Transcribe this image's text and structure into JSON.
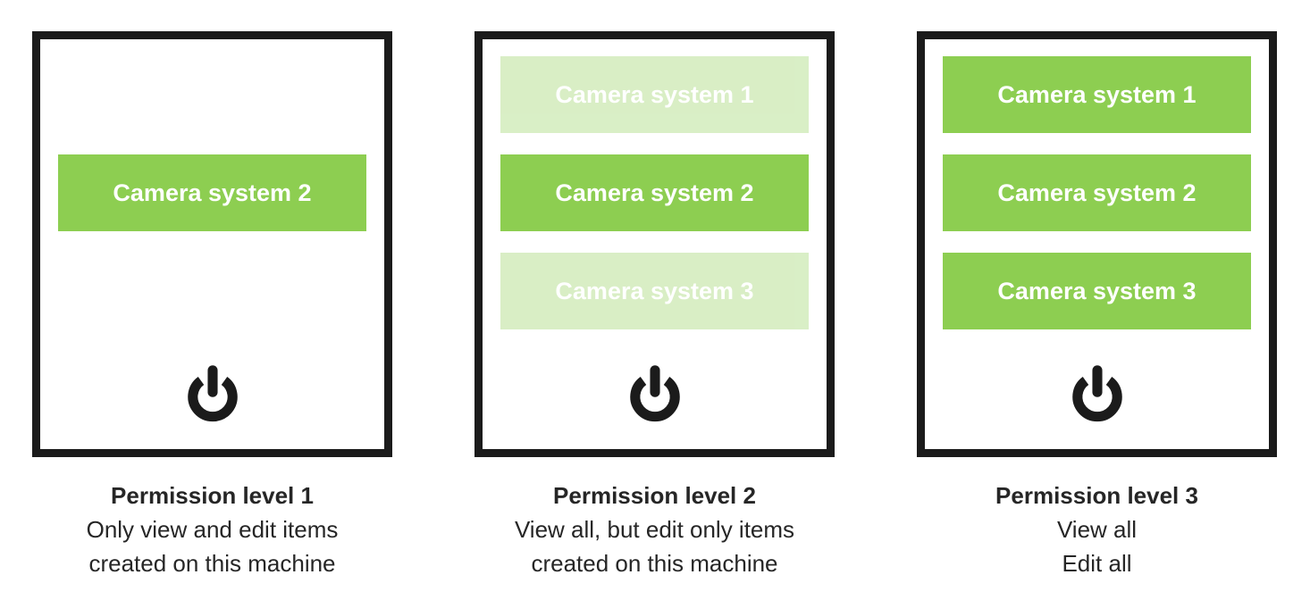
{
  "colors": {
    "accent_green": "#8DCE51",
    "faded_green_effective": "#D9EEC6",
    "panel_border": "#1B1B1B",
    "caption_text": "#262626",
    "button_text": "#FFFFFF"
  },
  "panels": [
    {
      "id": "permission-level-1",
      "buttons": [
        {
          "label": "Camera system 2",
          "state": "active"
        }
      ],
      "caption": {
        "title": "Permission level 1",
        "line1": "Only view and edit items",
        "line2": "created on this machine"
      }
    },
    {
      "id": "permission-level-2",
      "buttons": [
        {
          "label": "Camera system 1",
          "state": "faded"
        },
        {
          "label": "Camera system 2",
          "state": "active"
        },
        {
          "label": "Camera system 3",
          "state": "faded"
        }
      ],
      "caption": {
        "title": "Permission level 2",
        "line1": "View all, but edit only items",
        "line2": "created on this machine"
      }
    },
    {
      "id": "permission-level-3",
      "buttons": [
        {
          "label": "Camera system 1",
          "state": "active"
        },
        {
          "label": "Camera system 2",
          "state": "active"
        },
        {
          "label": "Camera system 3",
          "state": "active"
        }
      ],
      "caption": {
        "title": "Permission level 3",
        "line1": "View all",
        "line2": "Edit all"
      }
    }
  ]
}
